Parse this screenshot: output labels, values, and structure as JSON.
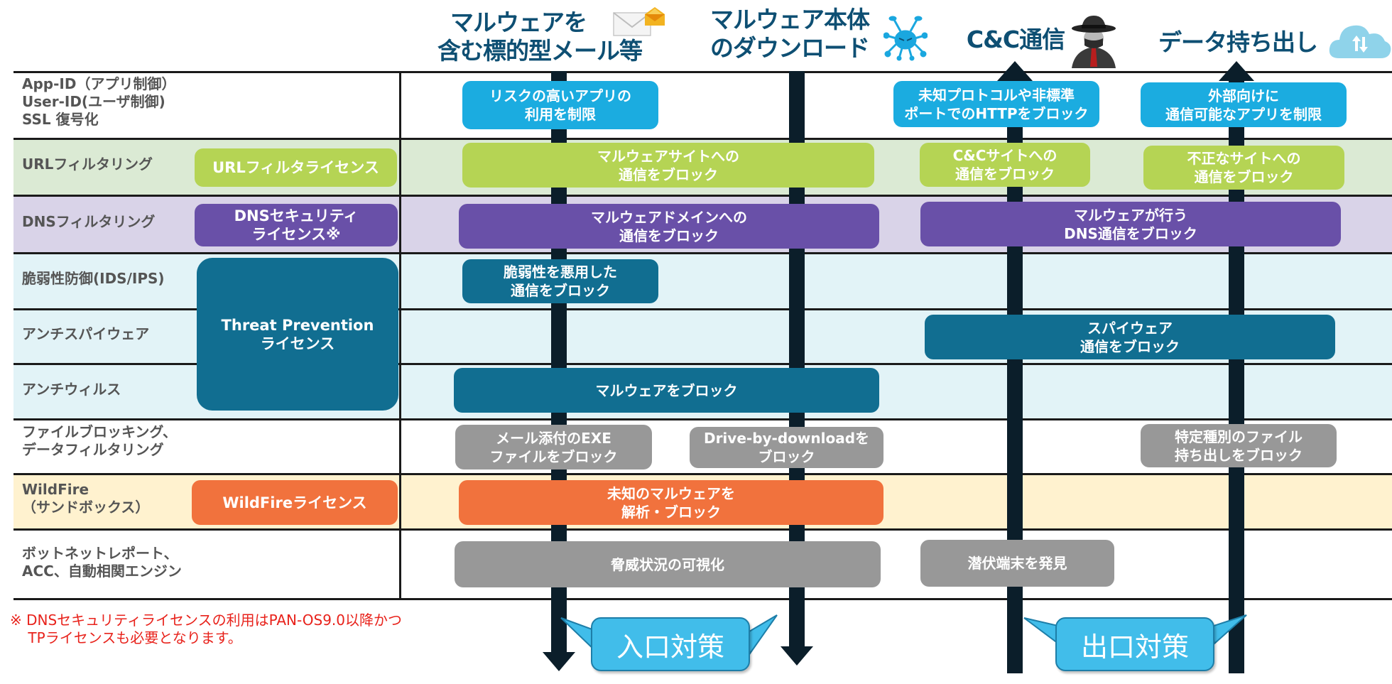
{
  "headers": [
    {
      "id": "targeted-mail",
      "line1": "マルウェアを",
      "line2": "含む標的型メール等",
      "icon": "envelope-icon"
    },
    {
      "id": "malware-download",
      "line1": "マルウェア本体",
      "line2": "のダウンロード",
      "icon": "bug-icon"
    },
    {
      "id": "c2",
      "line1": "C&C通信",
      "icon": "spy-icon"
    },
    {
      "id": "exfiltration",
      "line1": "データ持ち出し",
      "icon": "cloud-transfer-icon"
    }
  ],
  "rows": [
    {
      "label": "App-ID（アプリ制御）\nUser-ID(ユーザ制御)\nSSL 復号化",
      "bg": "#ffffff"
    },
    {
      "label": "URLフィルタリング",
      "bg": "#dbead4"
    },
    {
      "label": "DNSフィルタリング",
      "bg": "#d9d3e8"
    },
    {
      "label": "脆弱性防御(IDS/IPS)",
      "bg": "#e2f3f7"
    },
    {
      "label": "アンチスパイウェア",
      "bg": "#e2f3f7"
    },
    {
      "label": "アンチウィルス",
      "bg": "#e2f3f7"
    },
    {
      "label": "ファイルブロッキング、\nデータフィルタリング",
      "bg": "#ffffff"
    },
    {
      "label": "WildFire\n（サンドボックス）",
      "bg": "#fff2cf"
    },
    {
      "label": "ボットネットレポート、\nACC、自動相関エンジン",
      "bg": "#ffffff"
    }
  ],
  "licenses": {
    "url": "URLフィルタライセンス",
    "dns": "DNSセキュリティ\nライセンス※",
    "threat_prevention": "Threat Prevention\nライセンス",
    "wildfire": "WildFireライセンス"
  },
  "measures": {
    "app_restrict_risky": "リスクの高いアプリの\n利用を制限",
    "block_unknown_protocol": "未知プロトコルや非標準\nポートでのHTTPをブロック",
    "restrict_outbound_apps": "外部向けに\n通信可能なアプリを制限",
    "url_block_malware_site": "マルウェアサイトへの\n通信をブロック",
    "url_block_cc_site": "C&Cサイトへの\n通信をブロック",
    "url_block_illegal_site": "不正なサイトへの\n通信をブロック",
    "dns_block_malware_domain": "マルウェアドメインへの\n通信をブロック",
    "dns_block_malware_dns": "マルウェアが行う\nDNS通信をブロック",
    "ips_block_exploit": "脆弱性を悪用した\n通信をブロック",
    "spyware_block": "スパイウェア\n通信をブロック",
    "av_block_malware": "マルウェアをブロック",
    "file_block_exe": "メール添付のEXE\nファイルをブロック",
    "file_block_driveby": "Drive-by-downloadを\nブロック",
    "file_block_exfil": "特定種別のファイル\n持ち出しをブロック",
    "wildfire_analyze": "未知のマルウェアを\n解析・ブロック",
    "visualize_threats": "脅威状況の可視化",
    "find_infected_hosts": "潜伏端末を発見"
  },
  "callouts": {
    "inbound": "入口対策",
    "outbound": "出口対策"
  },
  "footnote": "※ DNSセキュリティライセンスの利用はPAN-OS9.0以降かつ\n    TPライセンスも必要となります。",
  "colors": {
    "header_text": "#0e4f73",
    "flow_arrow": "#0b1e2a",
    "app_id_box": "#1bace0",
    "url_box": "#b5d454",
    "dns_box": "#6950a8",
    "threat_box": "#116e91",
    "file_box": "#989898",
    "wildfire_box": "#f1723d",
    "callout": "#41bdea",
    "footnote": "#e8221b"
  }
}
